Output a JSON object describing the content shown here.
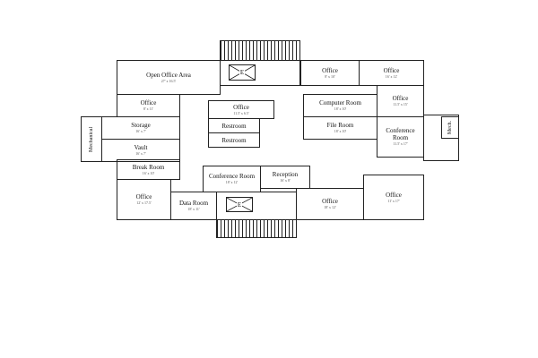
{
  "rooms": {
    "open_office": {
      "name": "Open Office Area",
      "dim": "27' x 16.5'"
    },
    "office_tl": {
      "name": "Office",
      "dim": "8' x 11'"
    },
    "storage": {
      "name": "Storage",
      "dim": "16' x 7'"
    },
    "vault": {
      "name": "Vault",
      "dim": "16' x 7'"
    },
    "mechanical": {
      "name": "Mechanical"
    },
    "break_room": {
      "name": "Break Room",
      "dim": "16' x 10'"
    },
    "office_bl": {
      "name": "Office",
      "dim": "12' x 17.5'"
    },
    "data_room": {
      "name": "Data Room",
      "dim": "18' x 11'"
    },
    "conference_c": {
      "name": "Conference Room",
      "dim": "18' x 12'"
    },
    "reception": {
      "name": "Reception",
      "dim": "16' x 8'"
    },
    "office_bc": {
      "name": "Office",
      "dim": "18' x 12'"
    },
    "office_br": {
      "name": "Office",
      "dim": "11' x 17'"
    },
    "office_center": {
      "name": "Office",
      "dim": "11.5' x 6.5'"
    },
    "restroom1": {
      "name": "Restroom"
    },
    "restroom2": {
      "name": "Restroom"
    },
    "computer_room": {
      "name": "Computer Room",
      "dim": "18' x 10'"
    },
    "file_room": {
      "name": "File Room",
      "dim": "18' x 10'"
    },
    "office_t1": {
      "name": "Office",
      "dim": "8' x 10'"
    },
    "office_t2": {
      "name": "Office",
      "dim": "16' x 12'"
    },
    "office_r": {
      "name": "Office",
      "dim": "11.5' x 15'"
    },
    "conference_r": {
      "name": "Conference Room",
      "dim": "11.5' x 17'"
    },
    "mech": {
      "name": "Mech."
    }
  },
  "elevator_label": "E"
}
